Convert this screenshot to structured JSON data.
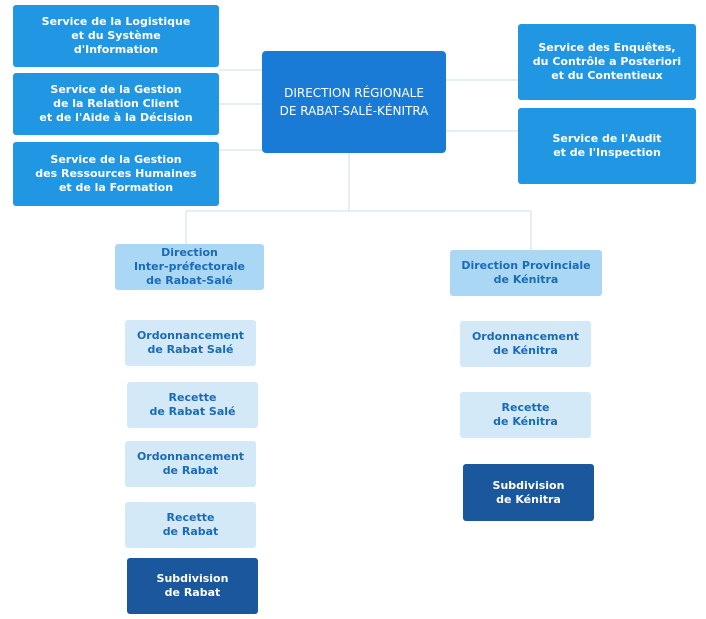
{
  "main": "DIRECTION RÉGIONALE\nDE RABAT-SALÉ-KÉNITRA",
  "left_services": [
    "Service de la Logistique\net du Système\nd'Information",
    "Service de la Gestion\nde la Relation Client\net de l'Aide à la Décision",
    "Service de la Gestion\ndes Ressources Humaines\net de la Formation"
  ],
  "right_services": [
    "Service des Enquêtes,\ndu Contrôle a Posteriori\net du Contentieux",
    "Service de l'Audit\net de l'Inspection"
  ],
  "left_branch": {
    "head": "Direction\nInter-préfectorale\nde Rabat-Salé",
    "items": [
      "Ordonnancement\nde Rabat Salé",
      "Recette\nde Rabat Salé",
      "Ordonnancement\nde Rabat",
      "Recette\nde Rabat"
    ],
    "subdivision": "Subdivision\nde Rabat"
  },
  "right_branch": {
    "head": "Direction Provinciale\nde Kénitra",
    "items": [
      "Ordonnancement\nde Kénitra",
      "Recette\nde Kénitra"
    ],
    "subdivision": "Subdivision\nde Kénitra"
  },
  "colors": {
    "main": "#1a7bd6",
    "service": "#2196e3",
    "direction": "#aad7f4",
    "unit": "#d3e9f8",
    "subdivision": "#1b579c",
    "connector": "#c9dcea"
  }
}
